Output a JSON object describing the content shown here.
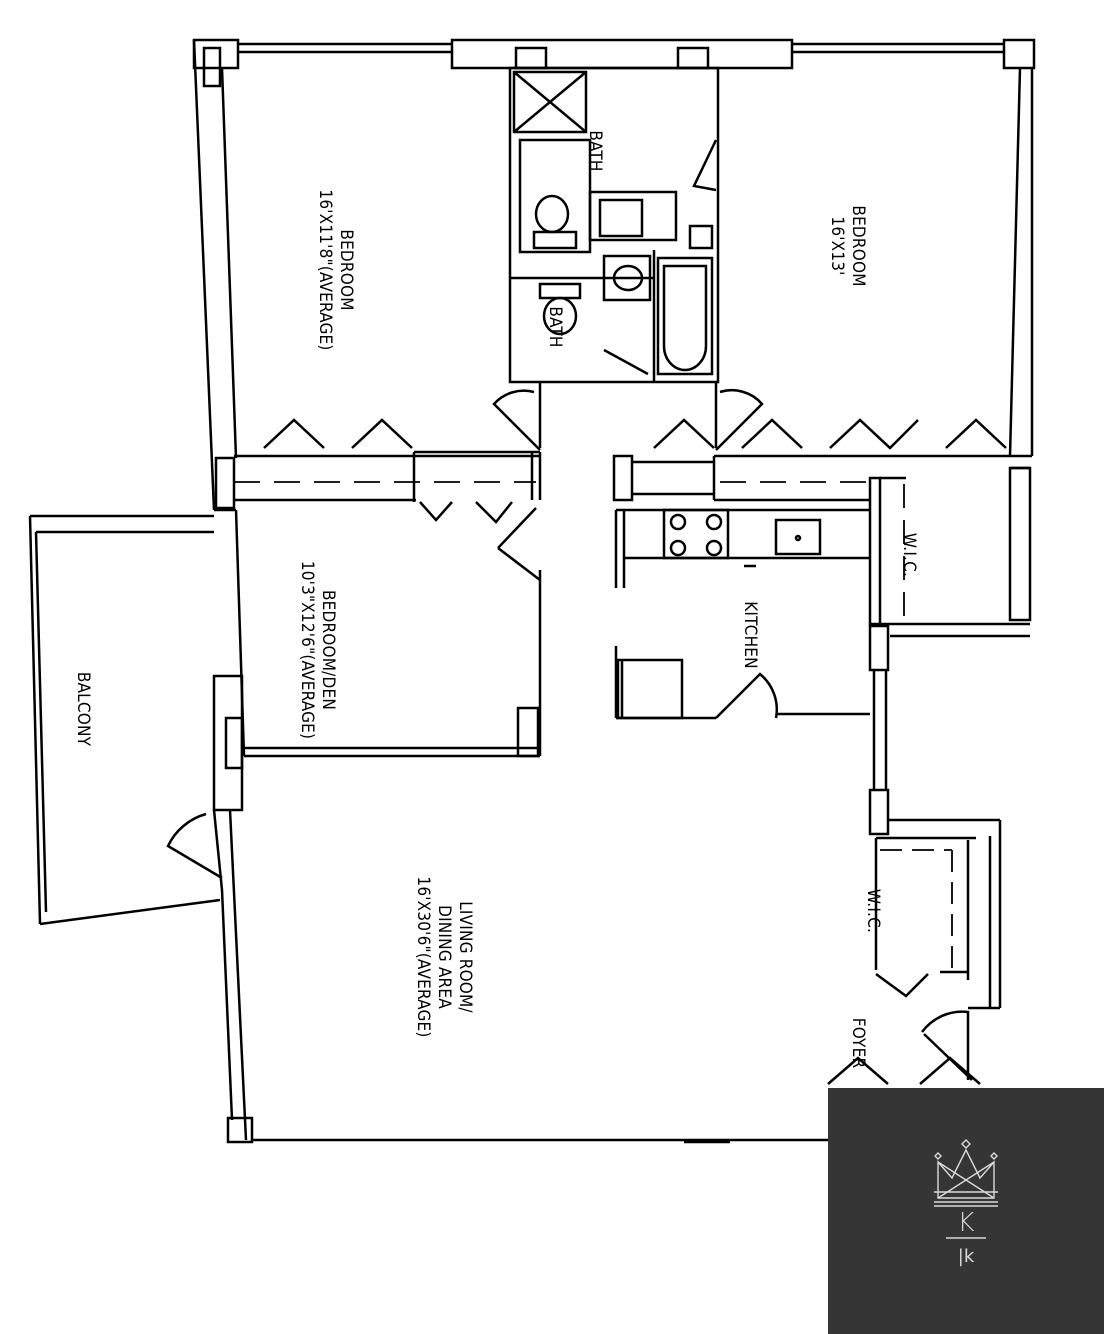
{
  "rooms": {
    "bedroom_a": {
      "name": "BEDROOM",
      "size": "16'X11'8\"(AVERAGE)"
    },
    "bedroom_b": {
      "name": "BEDROOM",
      "size": "16'X13'"
    },
    "bath_1": {
      "name": "BATH"
    },
    "bath_2": {
      "name": "BATH"
    },
    "den": {
      "name": "BEDROOM/DEN",
      "size": "10'3\"X12'6\"(AVERAGE)"
    },
    "wic_1": {
      "name": "W.I.C."
    },
    "wic_2": {
      "name": "W.I.C."
    },
    "kitchen": {
      "name": "KITCHEN"
    },
    "balcony": {
      "name": "BALCONY"
    },
    "living": {
      "line1": "LIVING ROOM/",
      "line2": "DINING AREA",
      "size": "16'X30'6\"(AVERAGE)"
    },
    "foyer": {
      "name": "FOYER"
    }
  },
  "logo": {
    "letter": "K",
    "sub": "|k"
  },
  "colors": {
    "wall": "#000000",
    "logo_bg": "#353535",
    "logo_fg": "#d9d9d9"
  }
}
